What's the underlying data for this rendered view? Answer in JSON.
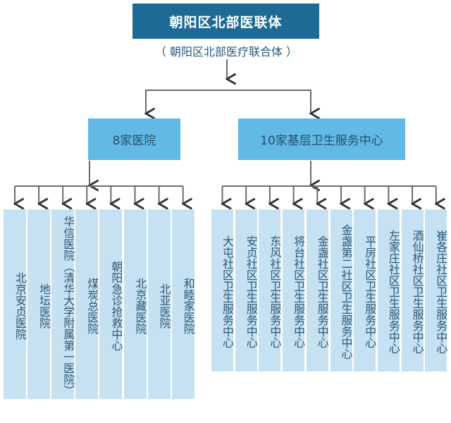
{
  "root": {
    "title": "朝阳区北部医联体",
    "subtitle": "（ 朝阳区北部医疗联合体 ）"
  },
  "branches": [
    {
      "label": "8家医院",
      "children": [
        "北京安贞医院",
        "地坛医院",
        "华信医院（清华大学附属第一医院）",
        "煤炭总医院",
        "朝阳急诊抢救中心",
        "北京藏医院",
        "北亚医院",
        "和睦家医院"
      ]
    },
    {
      "label": "10家基层卫生服务中心",
      "children": [
        "大屯社区卫生服务中心",
        "安贞社区卫生服务中心",
        "东风社区卫生服务中心",
        "将台社区卫生服务中心",
        "金盏社区卫生服务中心",
        "金盏第二社区卫生服务中心",
        "平房社区卫生服务中心",
        "左家庄社区卫生服务中心",
        "酒仙桥社区卫生服务中心",
        "崔各庄社区卫生服务中心"
      ]
    }
  ],
  "colors": {
    "root_bg": "#1d6a96",
    "mid_bg": "#63b9e6",
    "leaf_bg": "#c6e2f2",
    "line": "#6b6b6b"
  }
}
